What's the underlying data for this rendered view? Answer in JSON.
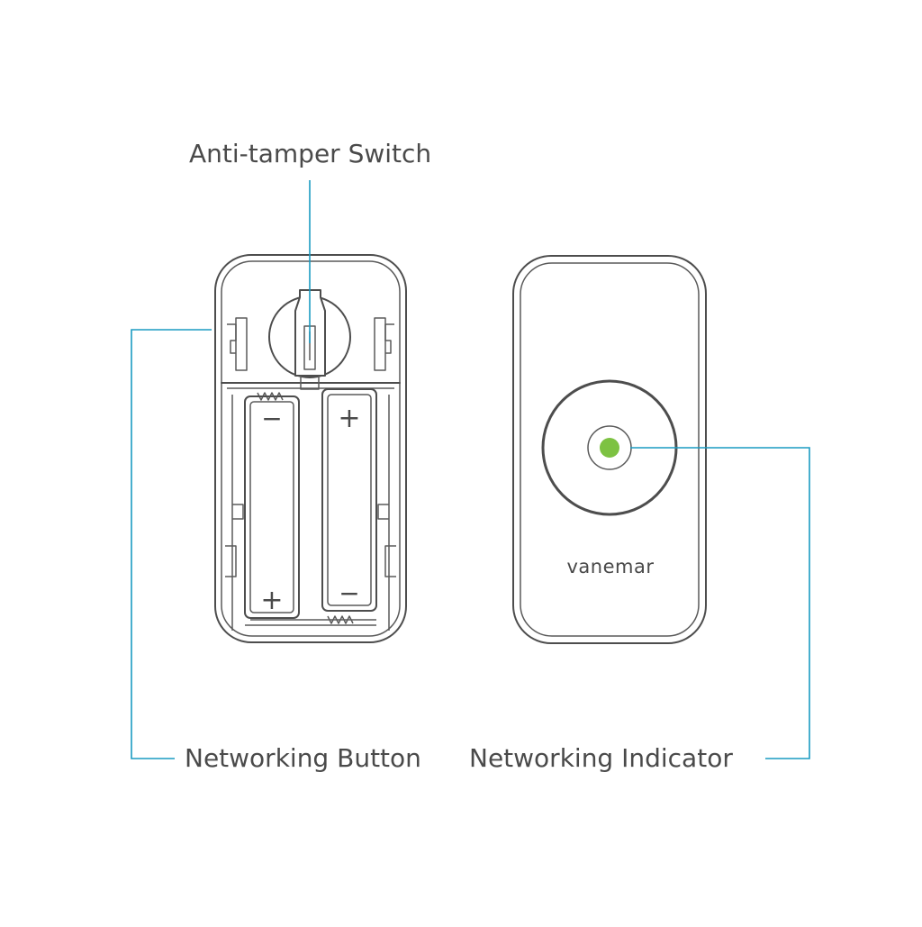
{
  "labels": {
    "anti_tamper_switch": "Anti-tamper Switch",
    "networking_button": "Networking Button",
    "networking_indicator": "Networking Indicator"
  },
  "device": {
    "brand": "vanemar"
  },
  "battery_markings": {
    "left_top": "−",
    "left_bottom": "+",
    "right_top": "+",
    "right_bottom": "−"
  },
  "colors": {
    "leader_line": "#1a9bc2",
    "indicator_led": "#7dc242",
    "outline": "#4d4d4d",
    "text": "#4a4a4a"
  }
}
